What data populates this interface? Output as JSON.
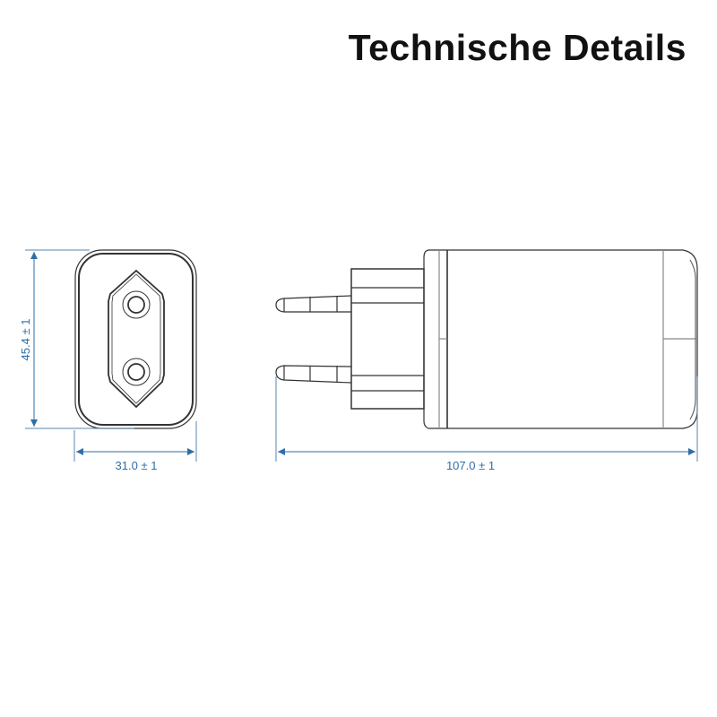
{
  "title": "Technische Details",
  "dimensions": {
    "height": "45.4 ± 1",
    "width": "31.0 ± 1",
    "length": "107.0 ± 1"
  },
  "colors": {
    "dimension": "#2e6ea6",
    "outline": "#333333"
  }
}
